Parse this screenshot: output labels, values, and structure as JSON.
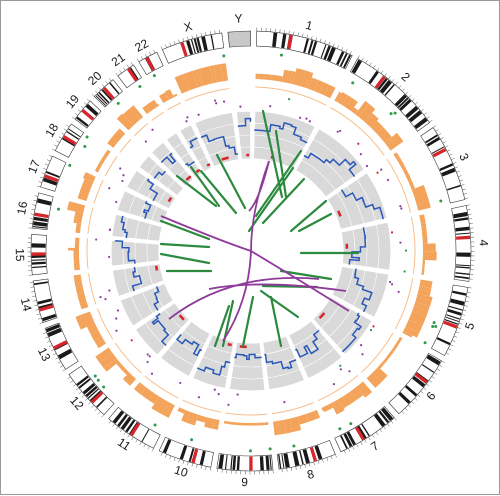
{
  "chromosome_labels": [
    "1",
    "2",
    "3",
    "4",
    "5",
    "6",
    "7",
    "8",
    "9",
    "10",
    "11",
    "12",
    "13",
    "14",
    "15",
    "16",
    "17",
    "18",
    "19",
    "20",
    "21",
    "22",
    "X",
    "Y"
  ],
  "colors": {
    "background": "#ffffff",
    "ideogram_band_dark": "#1a1a1a",
    "ideogram_band_light": "#ffffff",
    "centromere": "#d6262b",
    "copy_number_track": "#f3a35a",
    "purple_points": "#8a3f9c",
    "green_points": "#2e9a4a",
    "grey_track_background": "#d9d9d9",
    "blue_step_line": "#2a58b8",
    "red_highlight": "#d6262b",
    "green_links": "#2b8a3e",
    "purple_links": "#8e3a9a",
    "frame_border": "#9a9a9a"
  },
  "tracks": [
    "ideogram",
    "green-scatter",
    "copy-number-histogram",
    "purple-scatter",
    "grey-step-track",
    "links"
  ]
}
